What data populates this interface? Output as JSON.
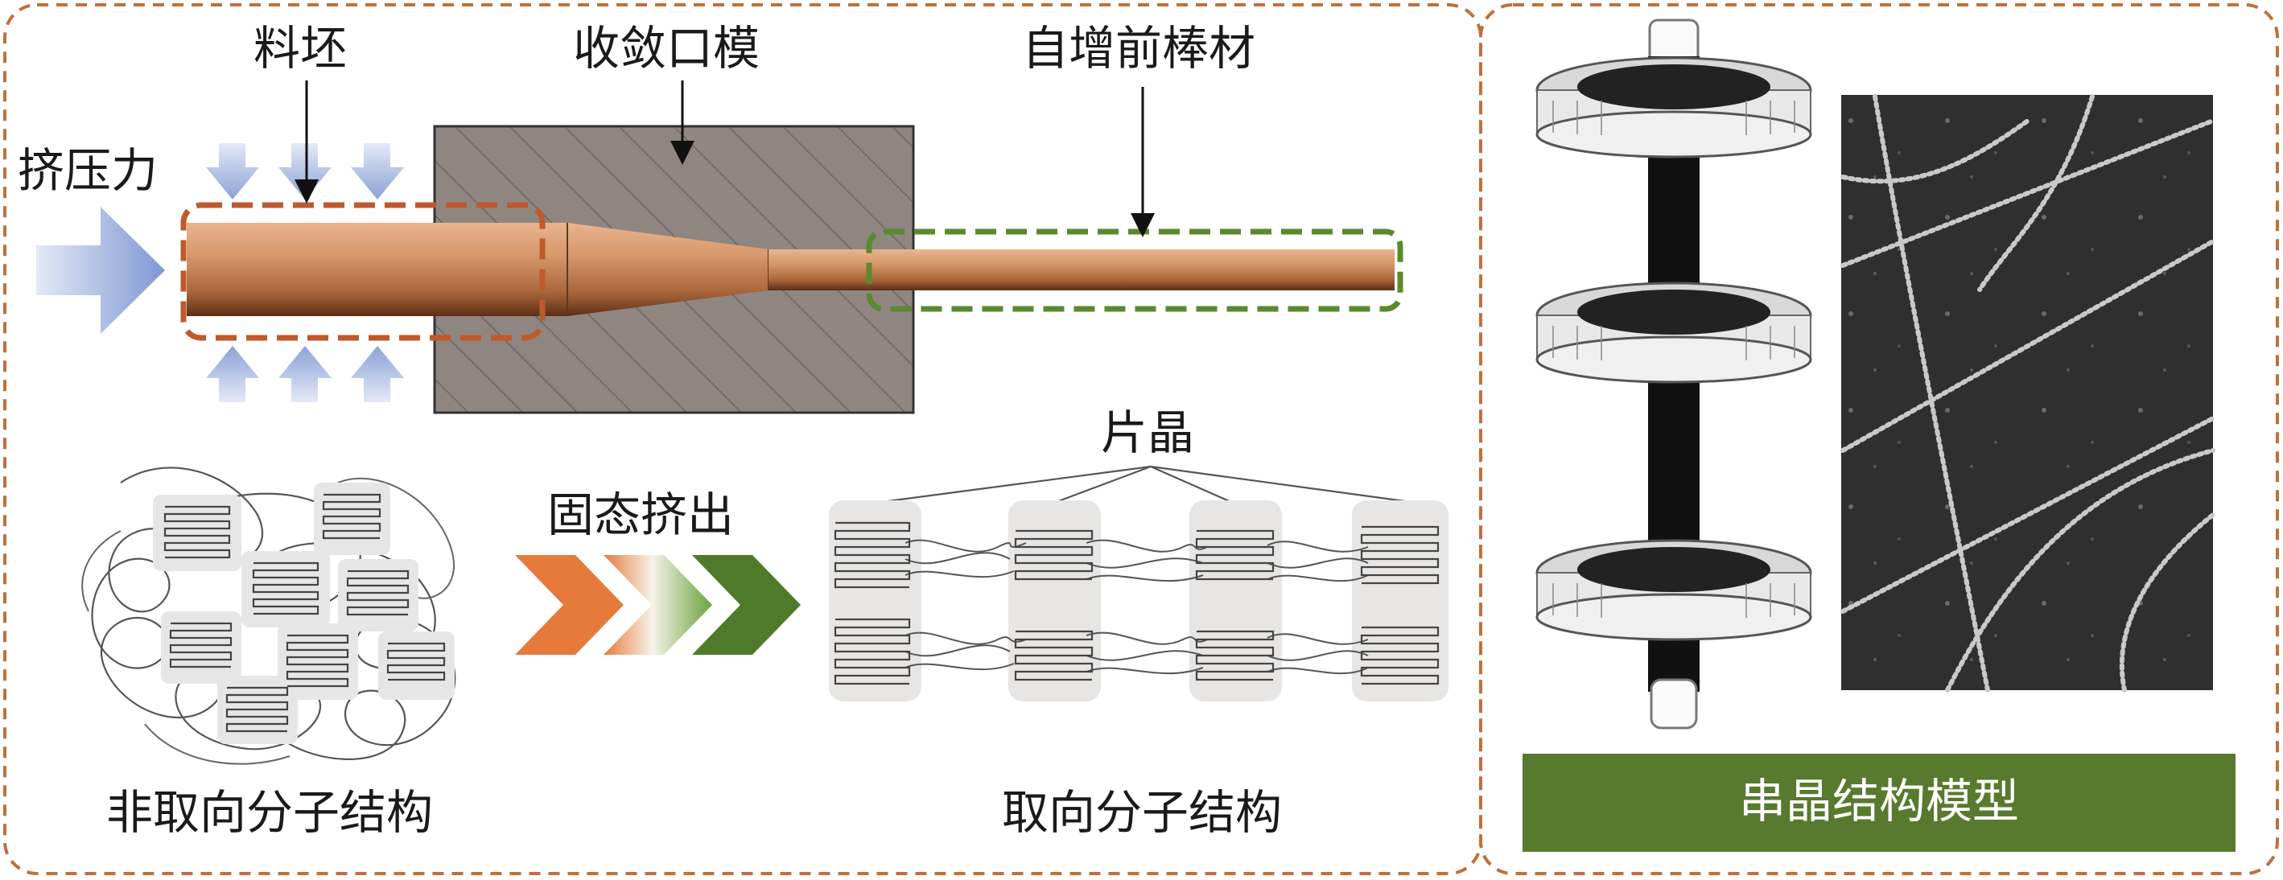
{
  "left_panel": {
    "labels": {
      "force": "挤压力",
      "billet": "料坯",
      "die": "收敛口模",
      "rod": "自增前棒材",
      "lamella": "片晶",
      "process": "固态挤出",
      "unoriented": "非取向分子结构",
      "oriented": "取向分子结构"
    }
  },
  "right_panel": {
    "banner": "串晶结构模型"
  },
  "colors": {
    "frame": "#c0703a",
    "billet_box": "#c0592b",
    "rod_box": "#5a8a2e",
    "die": "#8f8682",
    "copper": "#c98a5c",
    "arrow_blue": "#8fa6d8",
    "chevron_orange": "#e57a3a",
    "chevron_green": "#4f7a2a",
    "banner": "#577a2e"
  }
}
